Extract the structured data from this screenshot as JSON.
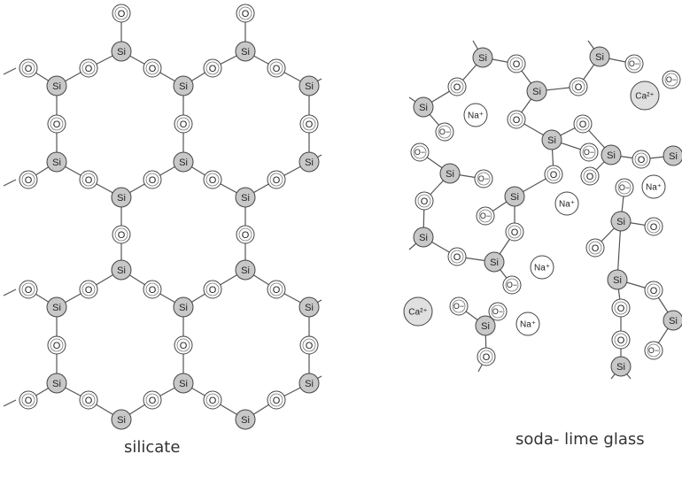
{
  "labels": {
    "left_caption": "silicate",
    "right_caption": "soda- lime glass"
  },
  "atom_text": {
    "si": "Si",
    "o": "O",
    "o_minus": "O−",
    "na": "Na⁺",
    "ca": "Ca²⁺"
  },
  "colors": {
    "si_fill": "#c8c8c8",
    "o_fill": "#ffffff",
    "ion_fill": "#ffffff",
    "ca_fill": "#e0e0e0",
    "line": "#555555"
  }
}
